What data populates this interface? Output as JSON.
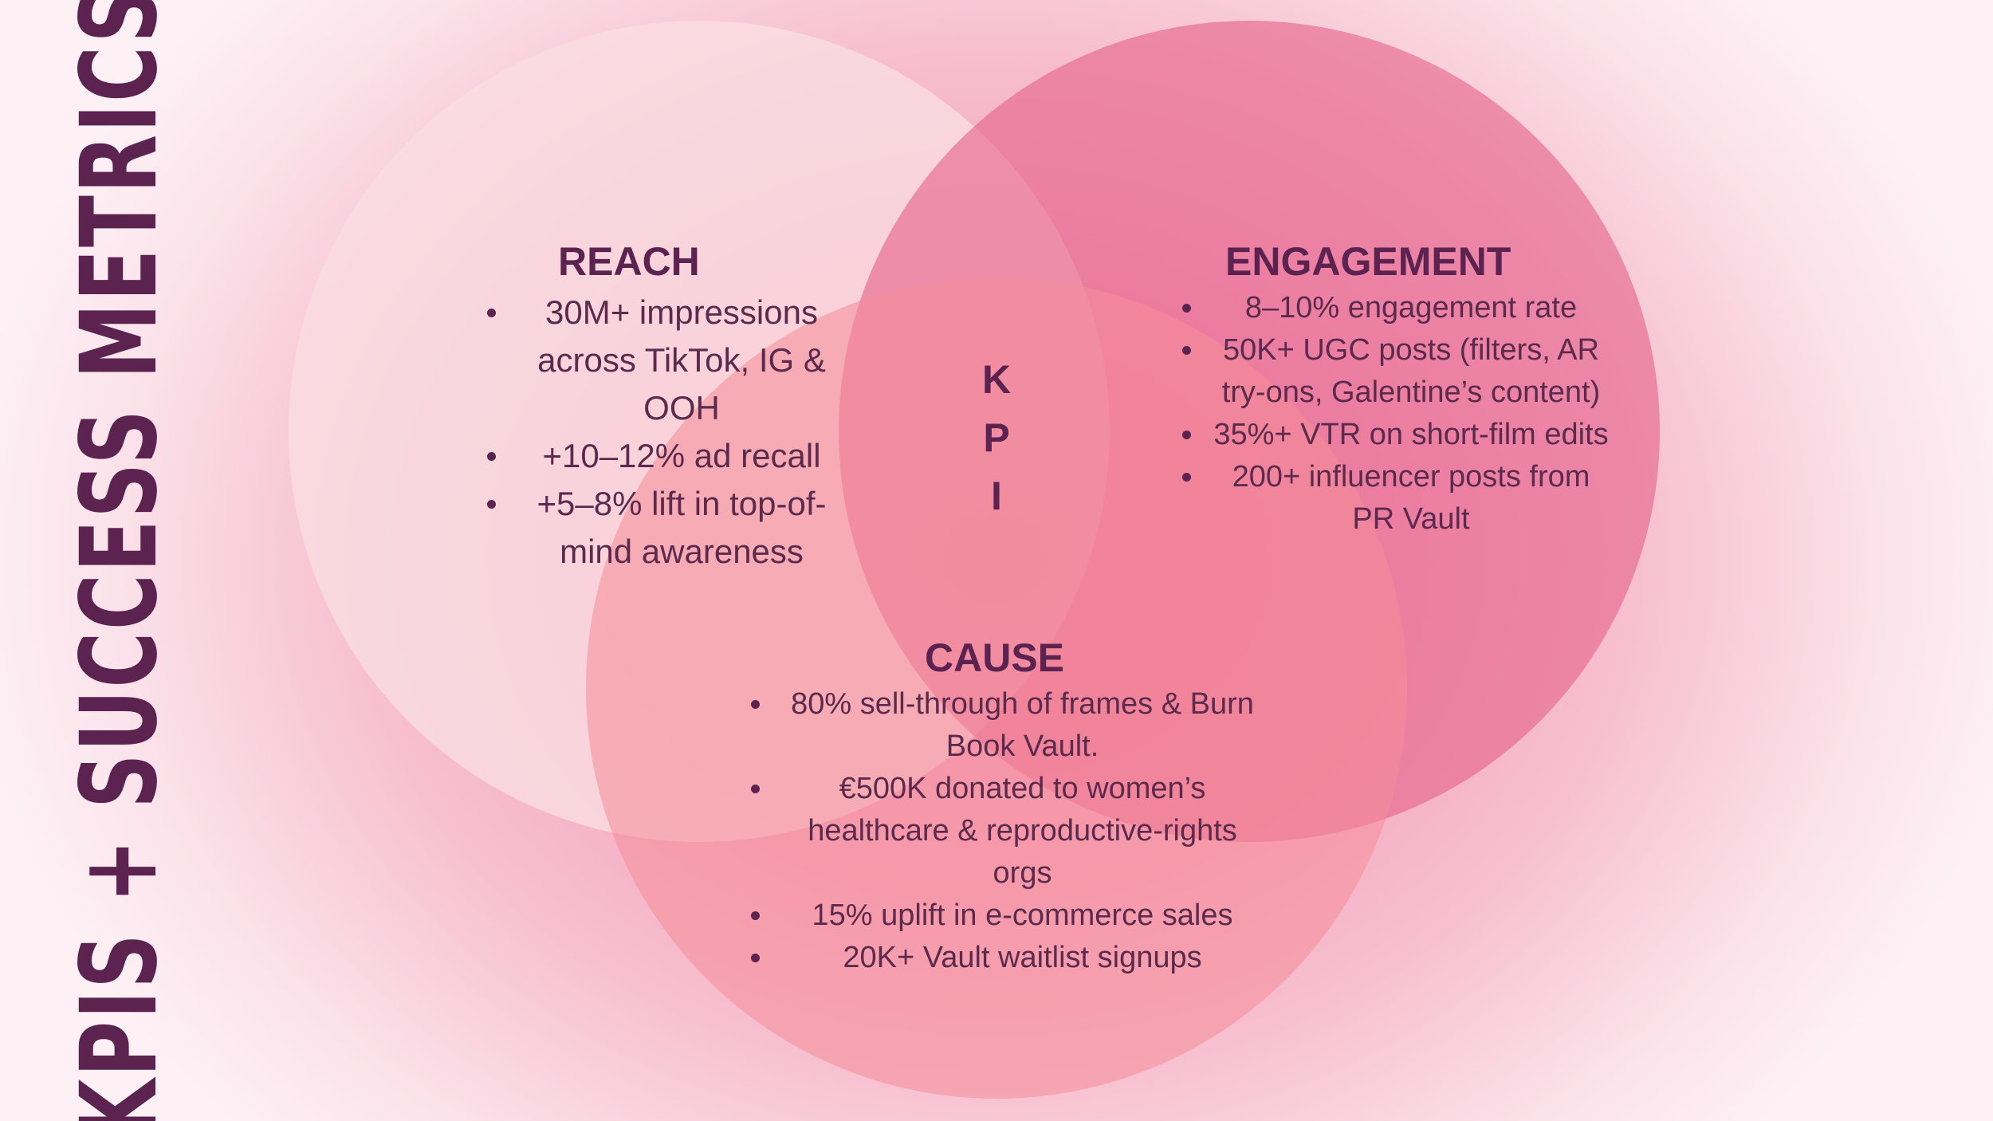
{
  "slide": {
    "title": "KPIS + SUCCESS METRICS"
  },
  "venn": {
    "center_letters": [
      "K",
      "P",
      "I"
    ],
    "reach": {
      "title": "REACH",
      "items": [
        "30M+ impressions across TikTok, IG & OOH",
        "+10–12% ad recall",
        "+5–8% lift in top-of-mind awareness"
      ]
    },
    "engagement": {
      "title": "ENGAGEMENT",
      "items": [
        "8–10% engagement rate",
        "50K+ UGC posts (filters, AR try-ons, Galentine’s content)",
        "35%+ VTR on short-film edits",
        "200+ influencer posts from PR Vault"
      ]
    },
    "cause": {
      "title": "CAUSE",
      "items": [
        "80% sell-through of frames & Burn Book Vault.",
        "€500K donated to women’s healthcare & reproductive-rights orgs",
        "15% uplift in e-commerce sales",
        "20K+ Vault waitlist signups"
      ]
    }
  },
  "colors": {
    "text": "#5c2350",
    "reach_circle": "#fadee2",
    "engagement_circle": "#e5628c",
    "cause_circle": "#f58c98"
  }
}
